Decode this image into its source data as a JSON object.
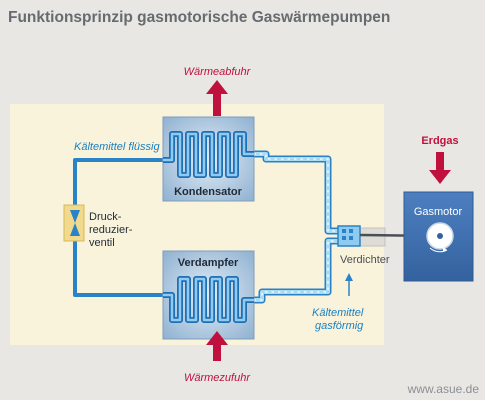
{
  "title": "Funktionsprinzip gasmotorische Gaswärmepumpen",
  "labels": {
    "waermeabfuhr": "Wärmeabfuhr",
    "waermezufuhr": "Wärmezufuhr",
    "erdgas": "Erdgas",
    "kaeltemittel_fluessig": "Kältemittel flüssig",
    "kaeltemittel_gasfoermig_1": "Kältemittel",
    "kaeltemittel_gasfoermig_2": "gasförmig",
    "kondensator": "Kondensator",
    "verdampfer": "Verdampfer",
    "verdichter": "Verdichter",
    "gasmotor": "Gasmotor",
    "drossel_1": "Druck-",
    "drossel_2": "reduzier-",
    "drossel_3": "ventil"
  },
  "footer": {
    "url": "www.asue.de"
  },
  "colors": {
    "background": "#e9e7e3",
    "panel": "#faf3dc",
    "heat_arrow": "#c0103e",
    "pipe": "#2a83c6",
    "pipe_gas": "#9fd4ee",
    "box": "#a8c5dd",
    "motor": "#3d6fb2"
  }
}
